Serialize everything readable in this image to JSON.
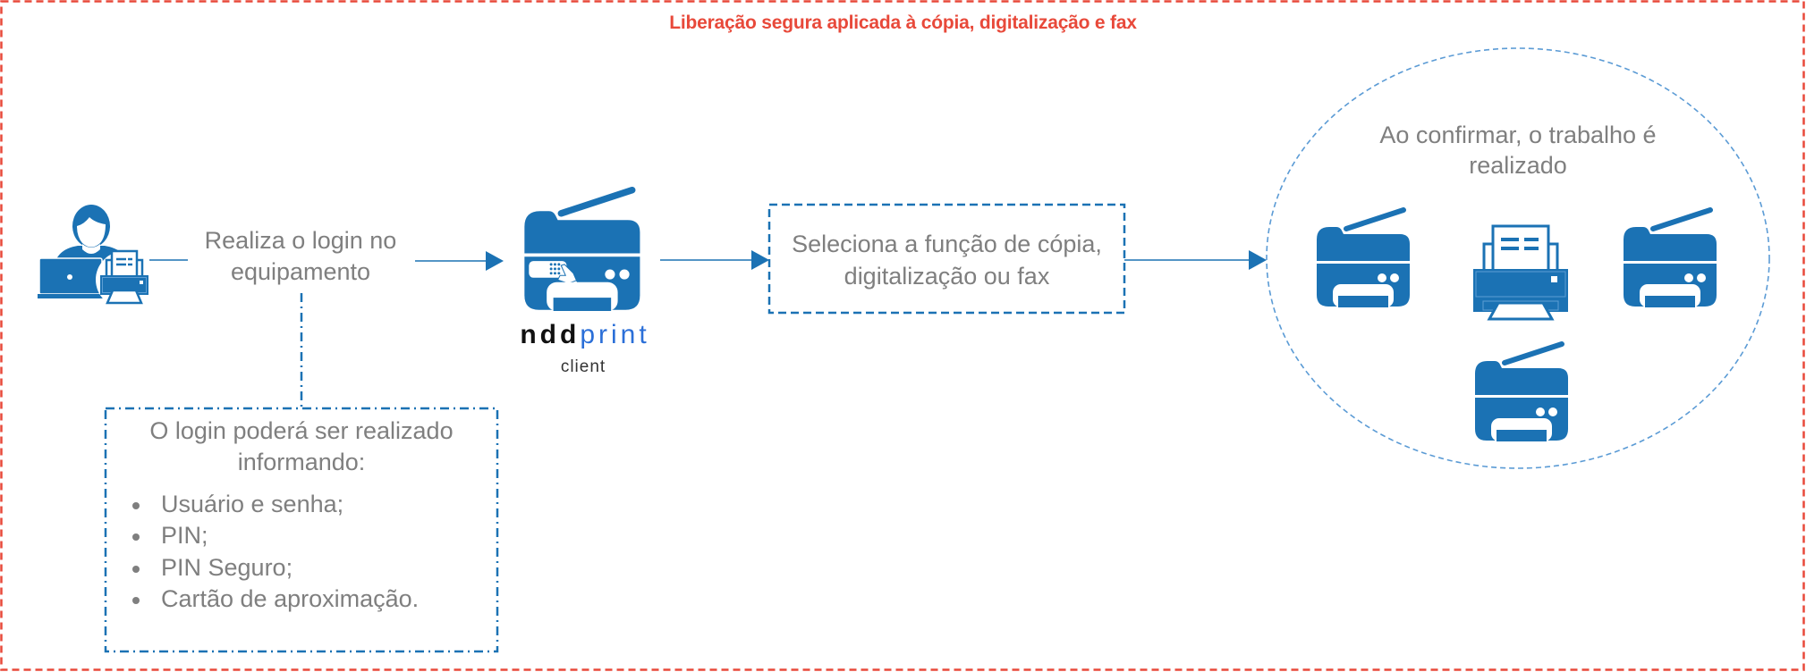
{
  "title": "Liberação segura aplicada à cópia, digitalização e fax",
  "steps": {
    "login": {
      "lines": [
        "Realiza o login no",
        "equipamento"
      ],
      "icon": "user-with-laptop-and-printer-icon"
    },
    "device": {
      "logo_primary": "ndd",
      "logo_secondary": "print",
      "logo_sub": "client",
      "icon": "multifunction-printer-keypad-icon"
    },
    "select": {
      "lines": [
        "Seleciona a função de cópia,",
        "digitalização ou fax"
      ]
    },
    "result": {
      "lines": [
        "Ao confirmar, o trabalho é",
        "realizado"
      ],
      "icons": [
        "copier-icon",
        "printer-icon",
        "copier-icon",
        "copier-icon"
      ]
    }
  },
  "login_note": {
    "lines": [
      "O login poderá ser realizado",
      "informando:"
    ],
    "methods": [
      "Usuário e senha;",
      "PIN;",
      "PIN Seguro;",
      "Cartão de aproximação."
    ]
  },
  "colors": {
    "accent": "#1b72b4",
    "title": "#e8493a",
    "frame": "#e8493a",
    "text": "#7f7f7f",
    "ellipse": "#5b9bd5",
    "logo_print": "#2b6fd8"
  }
}
